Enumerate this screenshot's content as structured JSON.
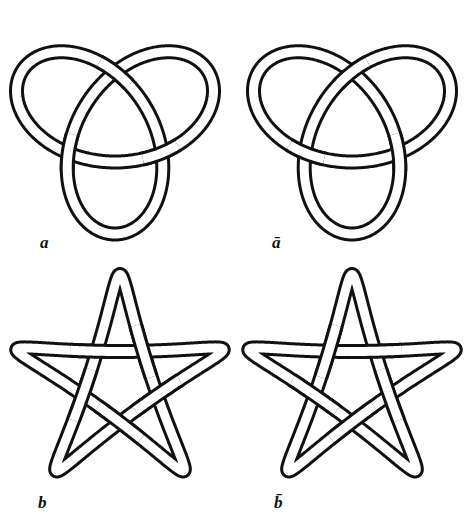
{
  "diagram": {
    "labels": [
      "a",
      "ā",
      "b",
      "b̄"
    ]
  }
}
